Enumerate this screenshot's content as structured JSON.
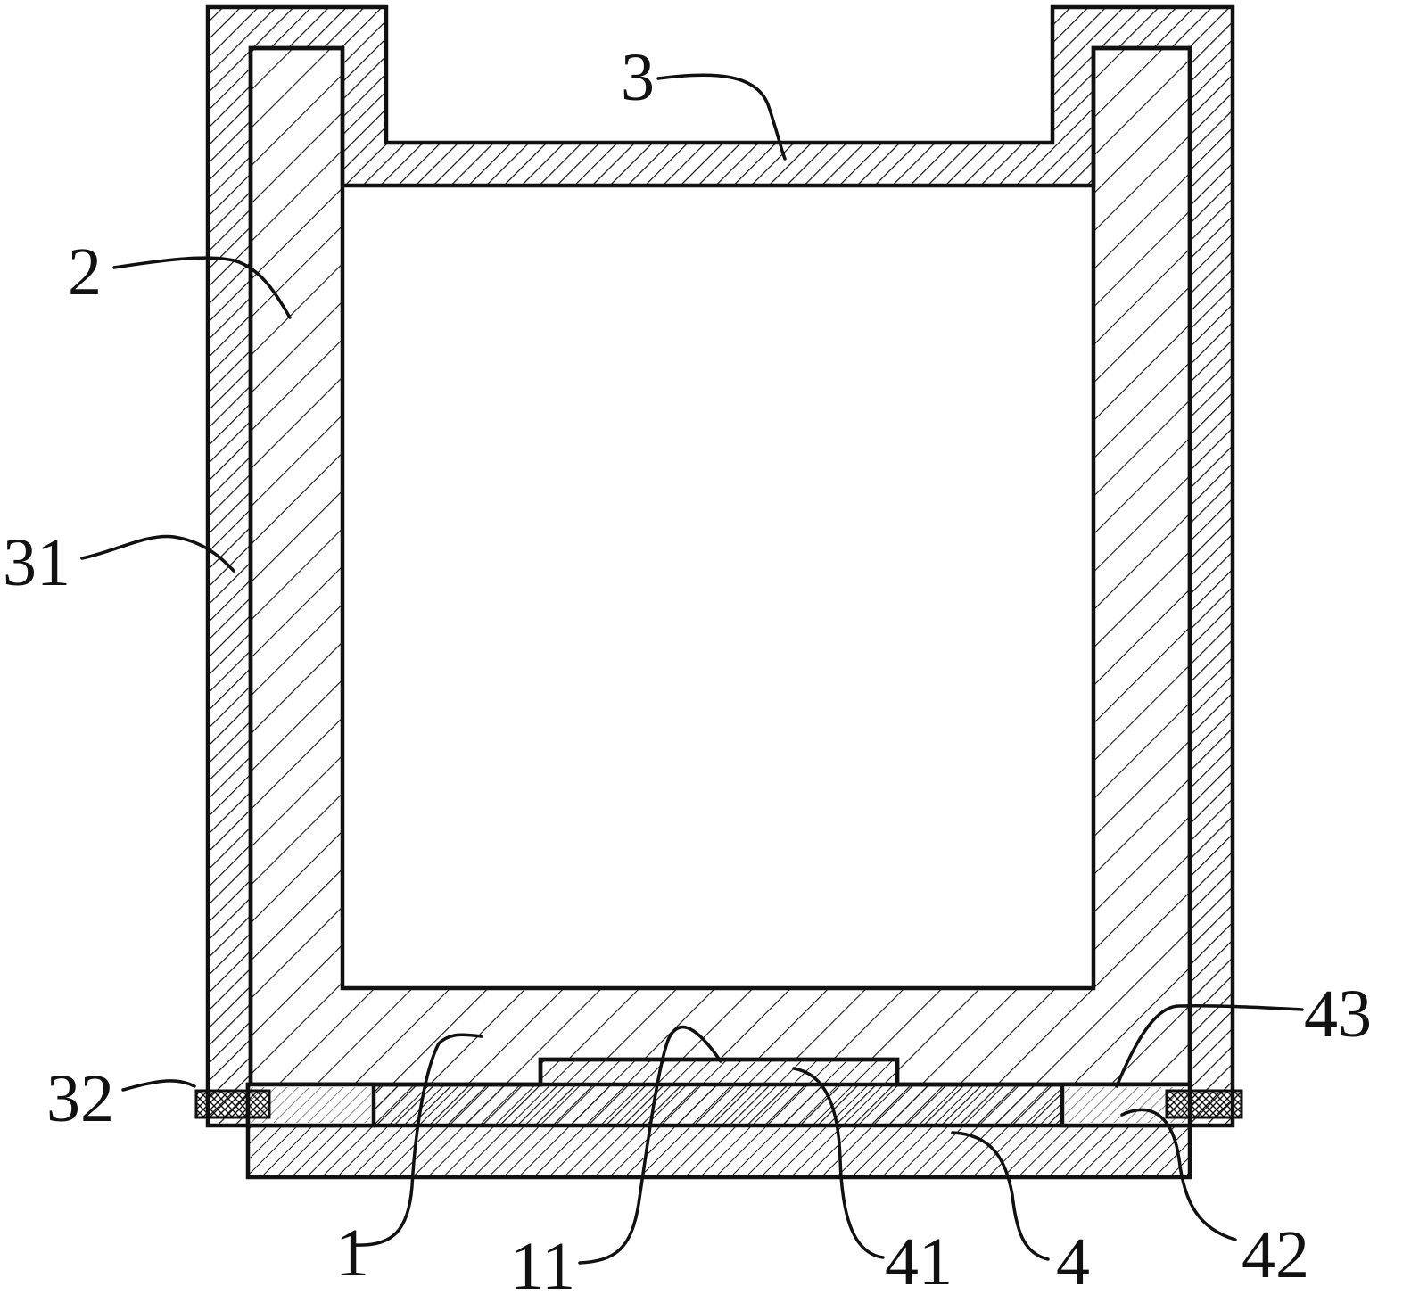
{
  "diagram": {
    "labels": {
      "part_3": "3",
      "part_2": "2",
      "part_31": "31",
      "part_32": "32",
      "part_1": "1",
      "part_11": "11",
      "part_41": "41",
      "part_4": "4",
      "part_42": "42",
      "part_43": "43"
    },
    "colors": {
      "stroke": "#111111",
      "background": "#ffffff"
    }
  }
}
